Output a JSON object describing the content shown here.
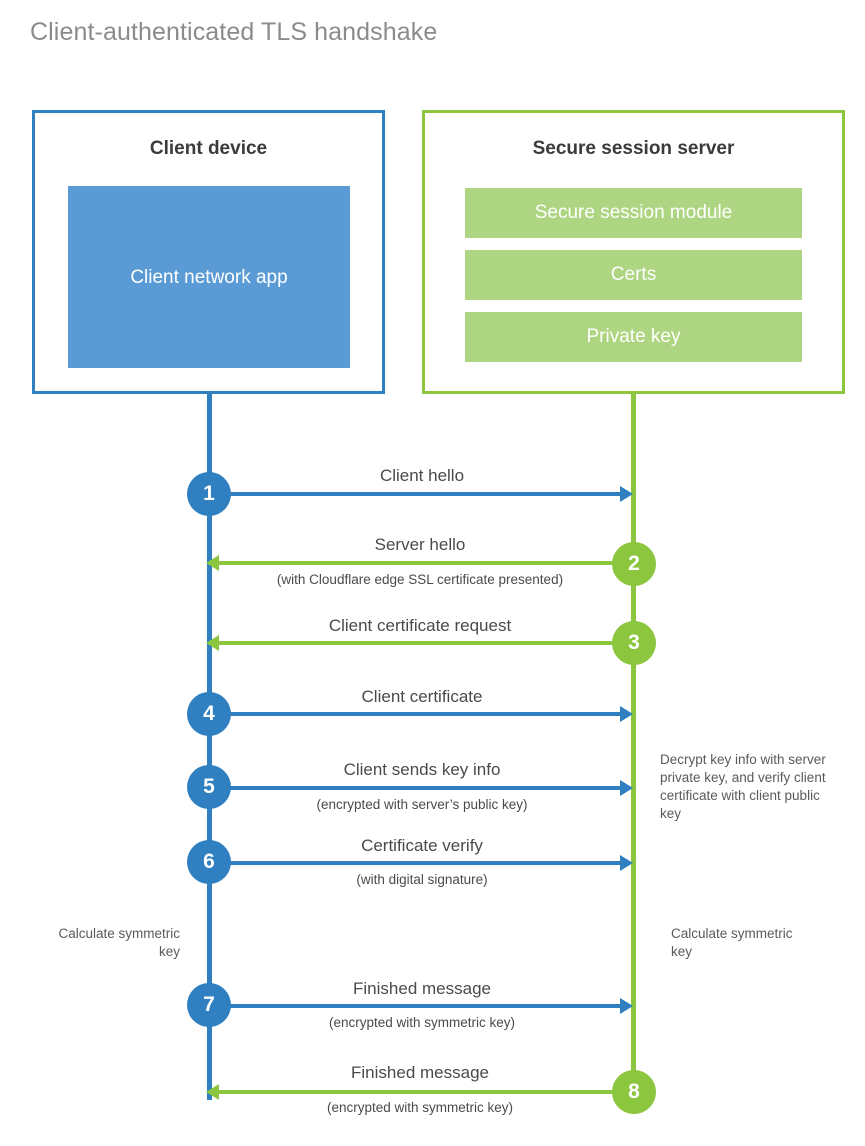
{
  "title": "Client-authenticated TLS handshake",
  "colors": {
    "client_blue": "#2f7fc1",
    "client_app_fill": "#5b9bd5",
    "server_green": "#8cc63f",
    "server_bar_fill": "#aed581",
    "title_gray": "#8b8b8b",
    "text_gray": "#4a4a4a",
    "background": "#ffffff"
  },
  "client": {
    "title": "Client device",
    "app_label": "Client network app"
  },
  "server": {
    "title": "Secure session server",
    "bars": [
      {
        "label": "Secure session module"
      },
      {
        "label": "Certs"
      },
      {
        "label": "Private key"
      }
    ]
  },
  "steps": [
    {
      "number": "1",
      "direction": "client-to-server",
      "color": "blue",
      "label": "Client hello",
      "sublabel": ""
    },
    {
      "number": "2",
      "direction": "server-to-client",
      "color": "green",
      "label": "Server hello",
      "sublabel": "(with Cloudflare edge SSL certificate presented)"
    },
    {
      "number": "3",
      "direction": "server-to-client",
      "color": "green",
      "label": "Client certificate request",
      "sublabel": ""
    },
    {
      "number": "4",
      "direction": "client-to-server",
      "color": "blue",
      "label": "Client certificate",
      "sublabel": ""
    },
    {
      "number": "5",
      "direction": "client-to-server",
      "color": "blue",
      "label": "Client sends key info",
      "sublabel": "(encrypted with server’s public key)"
    },
    {
      "number": "6",
      "direction": "client-to-server",
      "color": "blue",
      "label": "Certificate verify",
      "sublabel": "(with digital signature)"
    },
    {
      "number": "7",
      "direction": "client-to-server",
      "color": "blue",
      "label": "Finished message",
      "sublabel": "(encrypted with symmetric key)"
    },
    {
      "number": "8",
      "direction": "server-to-client",
      "color": "green",
      "label": "Finished message",
      "sublabel": "(encrypted with symmetric key)"
    }
  ],
  "notes": {
    "server_decrypt": "Decrypt key info with server private key, and verify client certificate with client public key",
    "client_calculate": "Calculate symmetric key",
    "server_calculate": "Calculate symmetric key"
  }
}
